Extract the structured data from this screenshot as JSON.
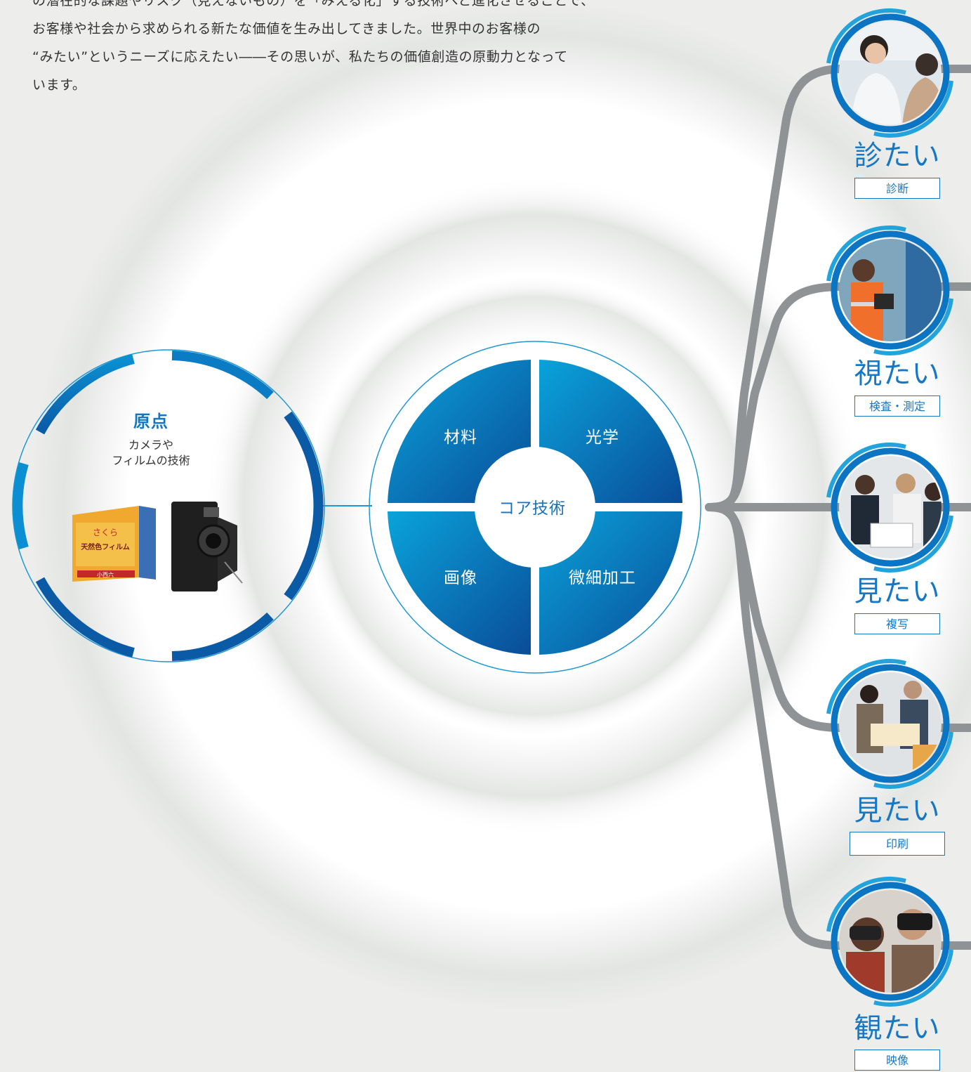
{
  "intro": {
    "lines": [
      "の潜在的な課題やリスク（見えないもの）を「みえる化」する技術へと進化させることで、",
      "お客様や社会から求められる新たな価値を生み出してきました。世界中のお客様の",
      "“みたい”というニーズに応えたい――その思いが、私たちの価値創造の原動力となって",
      "います。"
    ]
  },
  "origin": {
    "title": "原点",
    "subtitle_line1": "カメラや",
    "subtitle_line2": "フィルムの技術",
    "film_box_text": [
      "さくら",
      "天然色フィルム",
      "小西六"
    ]
  },
  "core": {
    "center": "コア技術",
    "quadrants": [
      "材料",
      "光学",
      "画像",
      "微細加工"
    ]
  },
  "wants": [
    {
      "title": "診たい",
      "tag": "診断",
      "photo": "doctor-patient-photo"
    },
    {
      "title": "視たい",
      "tag": "検査・測定",
      "photo": "factory-inspection-photo"
    },
    {
      "title": "見たい",
      "tag": "複写",
      "photo": "office-meeting-photo"
    },
    {
      "title": "見たい",
      "tag": "印刷",
      "photo": "print-review-photo"
    },
    {
      "title": "観たい",
      "tag": "映像",
      "photo": "vr-headset-photo"
    }
  ],
  "colors": {
    "accent_blue": "#1677c5",
    "dark_blue": "#0b56a0",
    "branch_gray": "#8f9396",
    "background": "#edeeec"
  }
}
